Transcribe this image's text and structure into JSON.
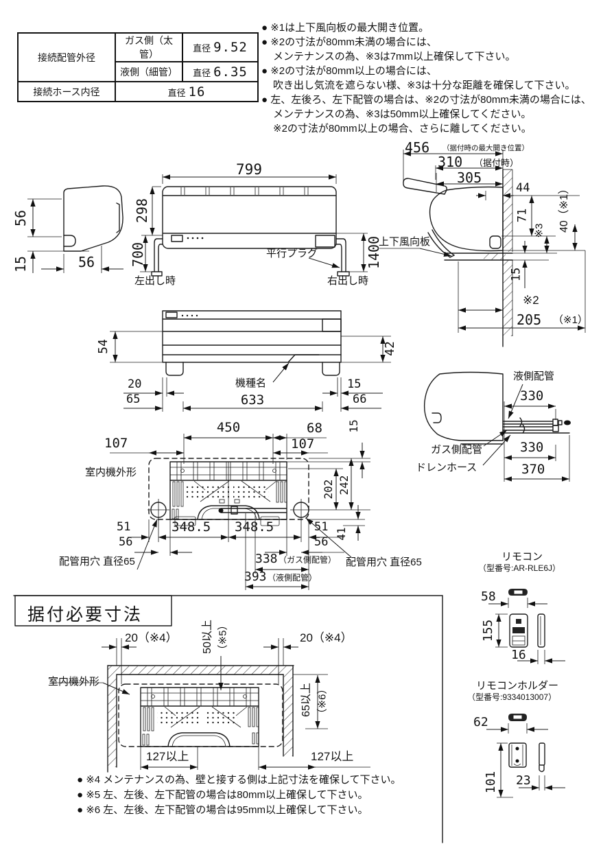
{
  "spec_table": {
    "outer_label": "接続配管外径",
    "gas_label": "ガス側（太管）",
    "gas_dia": "直径",
    "gas_val": "9.52",
    "liquid_label": "液側（細管）",
    "liquid_dia": "直径",
    "liquid_val": "6.35",
    "hose_label": "接続ホース内径",
    "hose_dia": "直径",
    "hose_val": "16"
  },
  "notes_top": [
    "● ※1は上下風向板の最大開き位置。",
    "● ※2の寸法が80mm未満の場合には、",
    "メンテナンスの為、※3は7mm以上確保して下さい。",
    "● ※2の寸法が80mm以上の場合には、",
    "吹き出し気流を遮らない様、※3は十分な距離を確保して下さい。",
    "● 左、左後ろ、左下配管の場合は、※2の寸法が80mm未満の場合には、",
    "メンテナンスの為、※3は50mm以上確保してください。",
    "※2の寸法が80mm以上の場合、さらに離してください。"
  ],
  "side_view": {
    "h56": "56",
    "h15": "15",
    "w56": "56"
  },
  "front_view": {
    "w799": "799",
    "h298": "298",
    "drop_left": "700",
    "label_left": "左出し時",
    "plug": "平行プラグ",
    "drop_right": "1400",
    "label_right": "右出し時"
  },
  "wall_view": {
    "d456": "456",
    "d456_note": "（据付時の最大開き位置）",
    "d310": "310",
    "d310_note": "（据付時）",
    "d305": "305",
    "d44": "44",
    "d71": "71",
    "s3": "※3",
    "d40": "40（※1）",
    "louver": "上下風向板",
    "d15": "15",
    "s2": "※2",
    "d205": "205",
    "d205_note": "（※1）"
  },
  "bottom_view": {
    "d54": "54",
    "d42": "42",
    "model": "機種名",
    "d20": "20",
    "d65": "65",
    "d633": "633",
    "d15": "15",
    "d66": "66"
  },
  "pipe_view": {
    "liquid": "液側配管",
    "d330a": "330",
    "gas": "ガス側配管",
    "d330b": "330",
    "drain": "ドレンホース",
    "d370": "370"
  },
  "plate_view": {
    "d450": "450",
    "d68": "68",
    "d107l": "107",
    "d107r": "107",
    "d15": "15",
    "d242": "242",
    "d202": "202",
    "outline": "室内機外形",
    "d51l": "51",
    "d348l": "348.5",
    "d348r": "348.5",
    "d51r": "51",
    "d56l": "56",
    "d56r": "56",
    "d41": "41",
    "d338": "338",
    "d338_note": "（ガス側配管）",
    "d393": "393",
    "d393_note": "（液側配管）",
    "hole_left": "配管用穴 直径65",
    "hole_right": "配管用穴 直径65"
  },
  "install": {
    "title": "据付必要寸法",
    "d20l": "20（※4）",
    "d20r": "20（※4）",
    "d50": "50以上",
    "d50_note": "（※5）",
    "outline": "室内機外形",
    "d65": "65以上",
    "d65_note": "（※6）",
    "d127l": "127以上",
    "d127r": "127以上",
    "notes": [
      "● ※4 メンテナンスの為、壁と接する側は上記寸法を確保して下さい。",
      "● ※5 左、左後、左下配管の場合は80mm以上確保して下さい。",
      "● ※6 左、左後、左下配管の場合は95mm以上確保して下さい。"
    ]
  },
  "remote": {
    "title": "リモコン",
    "model": "（型番号:AR-RLE6J）",
    "d58": "58",
    "d155": "155",
    "d16": "16"
  },
  "holder": {
    "title": "リモコンホルダー",
    "model": "（型番号:9334013007）",
    "d62": "62",
    "d101": "101",
    "d23": "23"
  }
}
